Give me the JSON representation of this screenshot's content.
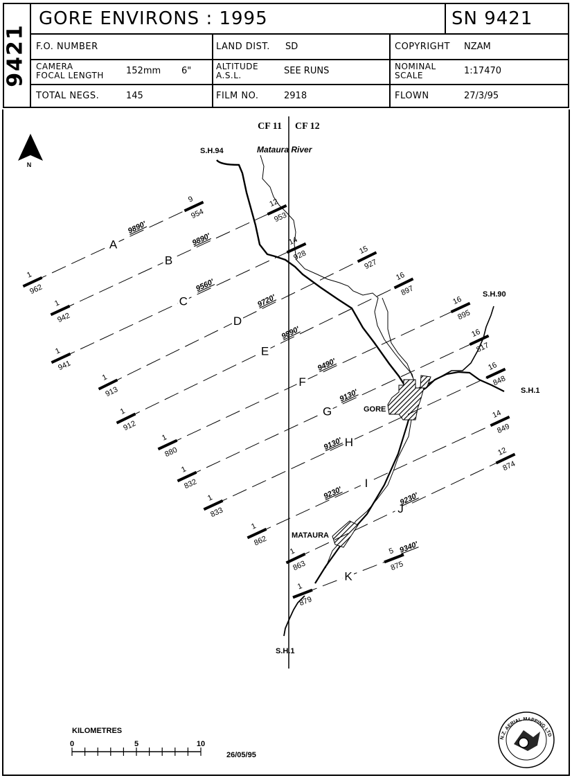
{
  "side_id": "9421",
  "header": {
    "title": "GORE ENVIRONS : 1995",
    "sn": "SN 9421",
    "fo_number_label": "F.O. NUMBER",
    "land_dist_label": "LAND DIST.",
    "land_dist_value": "SD",
    "copyright_label": "COPYRIGHT",
    "copyright_value": "NZAM",
    "camera_label_1": "CAMERA",
    "camera_label_2": "FOCAL LENGTH",
    "focal_mm": "152mm",
    "focal_in": "6\"",
    "altitude_label_1": "ALTITUDE",
    "altitude_label_2": "A.S.L.",
    "altitude_value": "SEE RUNS",
    "nominal_label_1": "NOMINAL",
    "nominal_label_2": "SCALE",
    "nominal_value": "1:17470",
    "total_negs_label": "TOTAL NEGS.",
    "total_negs_value": "145",
    "film_no_label": "FILM NO.",
    "film_no_value": "2918",
    "flown_label": "FLOWN",
    "flown_value": "27/3/95"
  },
  "map": {
    "north_label": "N",
    "cf_left": "CF 11",
    "cf_right": "CF 12",
    "labels": {
      "sh94": "S.H.94",
      "mataura_river": "Mataura River",
      "sh90": "S.H.90",
      "sh1_east": "S.H.1",
      "sh1_south": "S.H.1",
      "gore": "GORE",
      "mataura": "MATAURA"
    },
    "runs": [
      {
        "run": "A",
        "altitude": "9890'",
        "start_neg": "1",
        "start_film": "962",
        "end_neg": "9",
        "end_film": "954"
      },
      {
        "run": "B",
        "altitude": "9890'",
        "start_neg": "1",
        "start_film": "942",
        "end_neg": "12",
        "end_film": "953"
      },
      {
        "run": "C",
        "altitude": "9560'",
        "start_neg": "1",
        "start_film": "941",
        "end_neg": "14",
        "end_film": "928"
      },
      {
        "run": "D",
        "altitude": "9720'",
        "start_neg": "1",
        "start_film": "913",
        "end_neg": "15",
        "end_film": "927"
      },
      {
        "run": "E",
        "altitude": "9890'",
        "start_neg": "1",
        "start_film": "912",
        "end_neg": "16",
        "end_film": "897"
      },
      {
        "run": "F",
        "altitude": "9490'",
        "start_neg": "1",
        "start_film": "880",
        "end_neg": "16",
        "end_film": "895"
      },
      {
        "run": "G",
        "altitude": "9130'",
        "start_neg": "1",
        "start_film": "832",
        "end_neg": "16",
        "end_film": "817"
      },
      {
        "run": "H",
        "altitude": "9130'",
        "start_neg": "1",
        "start_film": "833",
        "end_neg": "16",
        "end_film": "848"
      },
      {
        "run": "I",
        "altitude": "9230'",
        "start_neg": "1",
        "start_film": "862",
        "end_neg": "14",
        "end_film": "849"
      },
      {
        "run": "J",
        "altitude": "9230'",
        "start_neg": "1",
        "start_film": "863",
        "end_neg": "12",
        "end_film": "874"
      },
      {
        "run": "K",
        "altitude": "9340'",
        "start_neg": "1",
        "start_film": "879",
        "end_neg": "5",
        "end_film": "875"
      }
    ],
    "scale": {
      "title": "KILOMETRES",
      "tick_0": "0",
      "tick_5": "5",
      "tick_10": "10"
    },
    "date": "26/05/95",
    "logo_text": "N.Z. AERIAL MAPPING LTD"
  }
}
